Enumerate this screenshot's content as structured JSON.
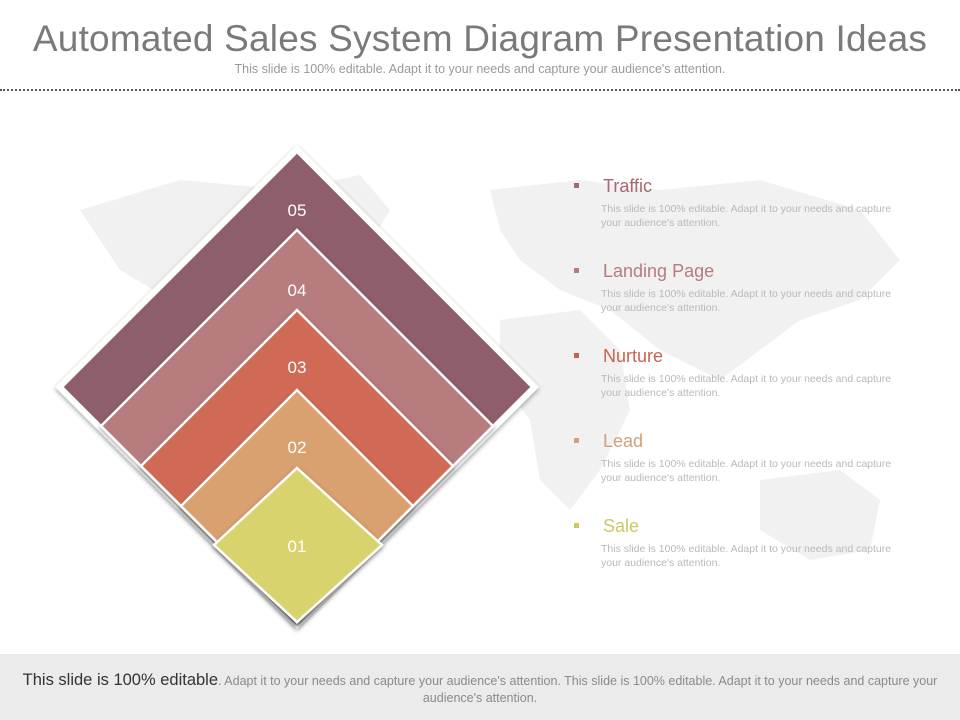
{
  "header": {
    "title": "Automated Sales System Diagram Presentation Ideas",
    "subtitle": "This slide is 100% editable. Adapt it to your needs and capture your audience's attention."
  },
  "diagram": {
    "layers": [
      {
        "label": "05",
        "color": "#8e5f6a"
      },
      {
        "label": "04",
        "color": "#b67b7e"
      },
      {
        "label": "03",
        "color": "#d06a55"
      },
      {
        "label": "02",
        "color": "#d9a070"
      },
      {
        "label": "01",
        "color": "#d8d36c"
      }
    ]
  },
  "items": [
    {
      "heading": "Traffic",
      "color": "#a9676f",
      "desc": "This slide is 100% editable. Adapt it to your needs and capture your audience's attention."
    },
    {
      "heading": "Landing Page",
      "color": "#b97a7a",
      "desc": "This slide is 100% editable. Adapt it to your needs and capture your audience's attention."
    },
    {
      "heading": "Nurture",
      "color": "#c9634f",
      "desc": "This slide is 100% editable. Adapt it to your needs and capture your audience's attention."
    },
    {
      "heading": "Lead",
      "color": "#d3a078",
      "desc": "This slide is 100% editable. Adapt it to your needs and capture your audience's attention."
    },
    {
      "heading": "Sale",
      "color": "#cfc666",
      "desc": "This slide is 100% editable. Adapt it to your needs and capture your audience's attention."
    }
  ],
  "footer": {
    "strong": "This slide is 100% editable",
    "rest": ". Adapt it to your needs and capture your audience's attention. This slide is 100% editable. Adapt it to your needs and capture your audience's attention."
  }
}
